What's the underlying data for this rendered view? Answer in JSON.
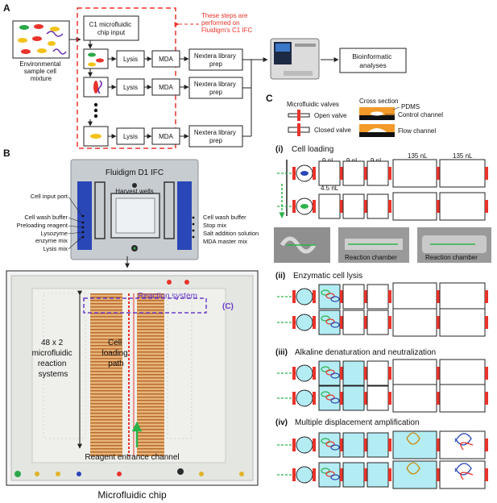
{
  "panel_a": {
    "letter": "A",
    "sample_caption_1": "Environmental",
    "sample_caption_2": "sample cell",
    "sample_caption_3": "mixture",
    "chip_input_1": "C1 microfluidic",
    "chip_input_2": "chip input",
    "lysis": "Lysis",
    "mda": "MDA",
    "nextera_1": "Nextera library",
    "nextera_2": "prep",
    "dashed_note_1": "These steps are",
    "dashed_note_2": "performed on",
    "dashed_note_3": "Fluidigm's C1 IFC",
    "bioinformatic_1": "Bioinformatic",
    "bioinformatic_2": "analyses",
    "accent_red": "#e8332a"
  },
  "panel_b": {
    "letter": "B",
    "ifc_title": "Fluidigm D1 IFC",
    "harvest_wells": "Harvest wells",
    "left_labels": [
      "Cell input port",
      "Cell wash buffer",
      "Preloading reagent",
      "Lysozyme",
      "enzyme mix",
      "Lysis mix"
    ],
    "right_labels": [
      "Cell wash buffer",
      "Stop mix",
      "Salt addition solution",
      "MDA master mix"
    ],
    "reaction_system": "Reaction system",
    "reaction_ref": "(C)",
    "systems_1": "48 x 2",
    "systems_2": "microfluidic",
    "systems_3": "reaction",
    "systems_4": "systems",
    "loading_1": "Cell",
    "loading_2": "loading",
    "loading_3": "path",
    "entrance": "Reagent entrance channel",
    "chip_caption": "Microfluidic chip",
    "purple": "#6a3cc8"
  },
  "panel_c": {
    "letter": "C",
    "valves_title": "Microfluidic valves",
    "open_valve": "Open valve",
    "closed_valve": "Closed valve",
    "cross_section": "Cross section",
    "pdms": "PDMS",
    "control_channel": "Control channel",
    "flow_channel": "Flow channel",
    "step_1": "(i)",
    "step_1_label": "Cell loading",
    "vol_small": "9 nL",
    "vol_large": "135 nL",
    "vol_first": "4.5 nL",
    "micro_label": "Reaction chamber",
    "step_2": "(ii)",
    "step_2_label": "Enzymatic cell lysis",
    "step_3": "(iii)",
    "step_3_label": "Alkaline denaturation and neutralization",
    "step_4": "(iv)",
    "step_4_label": "Multiple displacement amplification",
    "cyan": "#b4ecf4",
    "valve_red": "#e8332a"
  }
}
